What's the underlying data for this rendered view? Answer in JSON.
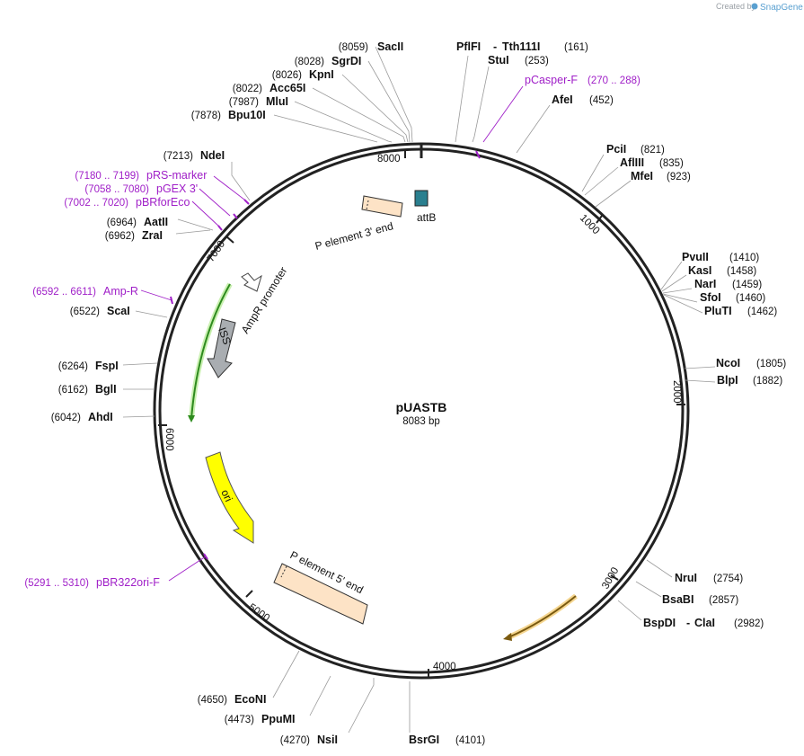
{
  "credit": {
    "created_by": "Created by",
    "brand": "SnapGene"
  },
  "plasmid": {
    "name": "pUASTB",
    "length_label": "8083 bp"
  },
  "ticks": [
    "1000",
    "2000",
    "3000",
    "4000",
    "5000",
    "6000",
    "7000",
    "8000"
  ],
  "enzymes": [
    {
      "id": "saci",
      "name": "SacII",
      "pos": "(8059)"
    },
    {
      "id": "sgrdi",
      "name": "SgrDI",
      "pos": "(8028)"
    },
    {
      "id": "kpni",
      "name": "KpnI",
      "pos": "(8026)"
    },
    {
      "id": "acc65i",
      "name": "Acc65I",
      "pos": "(8022)"
    },
    {
      "id": "mlui",
      "name": "MluI",
      "pos": "(7987)"
    },
    {
      "id": "bpu10i",
      "name": "Bpu10I",
      "pos": "(7878)"
    },
    {
      "id": "pflfi",
      "name": "PflFI",
      "sep": "-",
      "name2": "Tth111I",
      "pos": "(161)"
    },
    {
      "id": "stui",
      "name": "StuI",
      "pos": "(253)"
    },
    {
      "id": "afei",
      "name": "AfeI",
      "pos": "(452)"
    },
    {
      "id": "pcii",
      "name": "PciI",
      "pos": "(821)"
    },
    {
      "id": "afliii",
      "name": "AflIII",
      "pos": "(835)"
    },
    {
      "id": "mfei",
      "name": "MfeI",
      "pos": "(923)"
    },
    {
      "id": "pvuii",
      "name": "PvuII",
      "pos": "(1410)"
    },
    {
      "id": "kasi",
      "name": "KasI",
      "pos": "(1458)"
    },
    {
      "id": "nari",
      "name": "NarI",
      "pos": "(1459)"
    },
    {
      "id": "sfoi",
      "name": "SfoI",
      "pos": "(1460)"
    },
    {
      "id": "pluti",
      "name": "PluTI",
      "pos": "(1462)"
    },
    {
      "id": "ncoi",
      "name": "NcoI",
      "pos": "(1805)"
    },
    {
      "id": "blpi",
      "name": "BlpI",
      "pos": "(1882)"
    },
    {
      "id": "nrui",
      "name": "NruI",
      "pos": "(2754)"
    },
    {
      "id": "bsabi",
      "name": "BsaBI",
      "pos": "(2857)"
    },
    {
      "id": "bspdi",
      "name": "BspDI",
      "sep": "-",
      "name2": "ClaI",
      "pos": "(2982)"
    },
    {
      "id": "bsrgi",
      "name": "BsrGI",
      "pos": "(4101)"
    },
    {
      "id": "nsii",
      "name": "NsiI",
      "pos": "(4270)"
    },
    {
      "id": "ppumi",
      "name": "PpuMI",
      "pos": "(4473)"
    },
    {
      "id": "econi",
      "name": "EcoNI",
      "pos": "(4650)"
    },
    {
      "id": "ahdi",
      "name": "AhdI",
      "pos": "(6042)"
    },
    {
      "id": "bgli",
      "name": "BglI",
      "pos": "(6162)"
    },
    {
      "id": "fspi",
      "name": "FspI",
      "pos": "(6264)"
    },
    {
      "id": "scai",
      "name": "ScaI",
      "pos": "(6522)"
    },
    {
      "id": "zrai",
      "name": "ZraI",
      "pos": "(6962)"
    },
    {
      "id": "aatii",
      "name": "AatII",
      "pos": "(6964)"
    },
    {
      "id": "ndei",
      "name": "NdeI",
      "pos": "(7213)"
    }
  ],
  "primers": [
    {
      "id": "pcasper-f",
      "name": "pCasper-F",
      "range": "(270 .. 288)"
    },
    {
      "id": "prs-marker",
      "name": "pRS-marker",
      "range": "(7180 .. 7199)"
    },
    {
      "id": "pgex3",
      "name": "pGEX 3'",
      "range": "(7058 .. 7080)"
    },
    {
      "id": "pbrforeco",
      "name": "pBRforEco",
      "range": "(7002 .. 7020)"
    },
    {
      "id": "amp-r",
      "name": "Amp-R",
      "range": "(6592 .. 6611)"
    },
    {
      "id": "pbr322ori-f",
      "name": "pBR322ori-F",
      "range": "(5291 .. 5310)"
    }
  ],
  "features": {
    "p3end": "P element 3' end",
    "attb": "attB",
    "ampr_promoter": "AmpR promoter",
    "iss": "ISS",
    "ori": "ori",
    "p5end": "P element 5' end"
  },
  "colors": {
    "backbone": "#222222",
    "primer": "#a020c8",
    "p_element": "#fde3c6",
    "attb": "#2a7f8f",
    "iss": "#9aa0a6",
    "ori": "#ffff00",
    "ampr_cds": "#2e8b1e",
    "orange_cds": "#e69a2e"
  }
}
